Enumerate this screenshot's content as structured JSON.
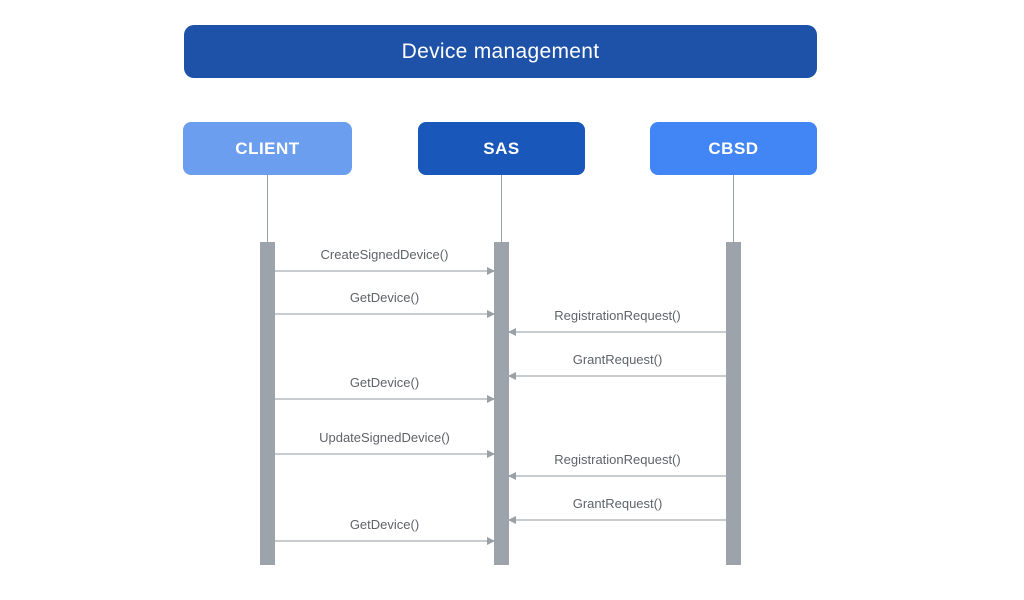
{
  "diagram_title": "Device management",
  "actors": [
    {
      "name": "CLIENT",
      "color": "#6B9EEE"
    },
    {
      "name": "SAS",
      "color": "#1957BA"
    },
    {
      "name": "CBSD",
      "color": "#4285F4"
    }
  ],
  "messages": [
    {
      "label": "CreateSignedDevice()",
      "from": "CLIENT",
      "to": "SAS"
    },
    {
      "label": "GetDevice()",
      "from": "CLIENT",
      "to": "SAS"
    },
    {
      "label": "RegistrationRequest()",
      "from": "CBSD",
      "to": "SAS"
    },
    {
      "label": "GrantRequest()",
      "from": "CBSD",
      "to": "SAS"
    },
    {
      "label": "GetDevice()",
      "from": "CLIENT",
      "to": "SAS"
    },
    {
      "label": "UpdateSignedDevice()",
      "from": "CLIENT",
      "to": "SAS"
    },
    {
      "label": "RegistrationRequest()",
      "from": "CBSD",
      "to": "SAS"
    },
    {
      "label": "GrantRequest()",
      "from": "CBSD",
      "to": "SAS"
    },
    {
      "label": "GetDevice()",
      "from": "CLIENT",
      "to": "SAS"
    }
  ],
  "colors": {
    "title_bar": "#1E52A8",
    "client_box": "#6B9EEE",
    "sas_box": "#1957BA",
    "cbsd_box": "#4285F4",
    "activation_bar": "#9DA3AB",
    "lifeline": "#9AA0A6",
    "message_line": "#C8CCD1",
    "message_text": "#5F6368"
  }
}
